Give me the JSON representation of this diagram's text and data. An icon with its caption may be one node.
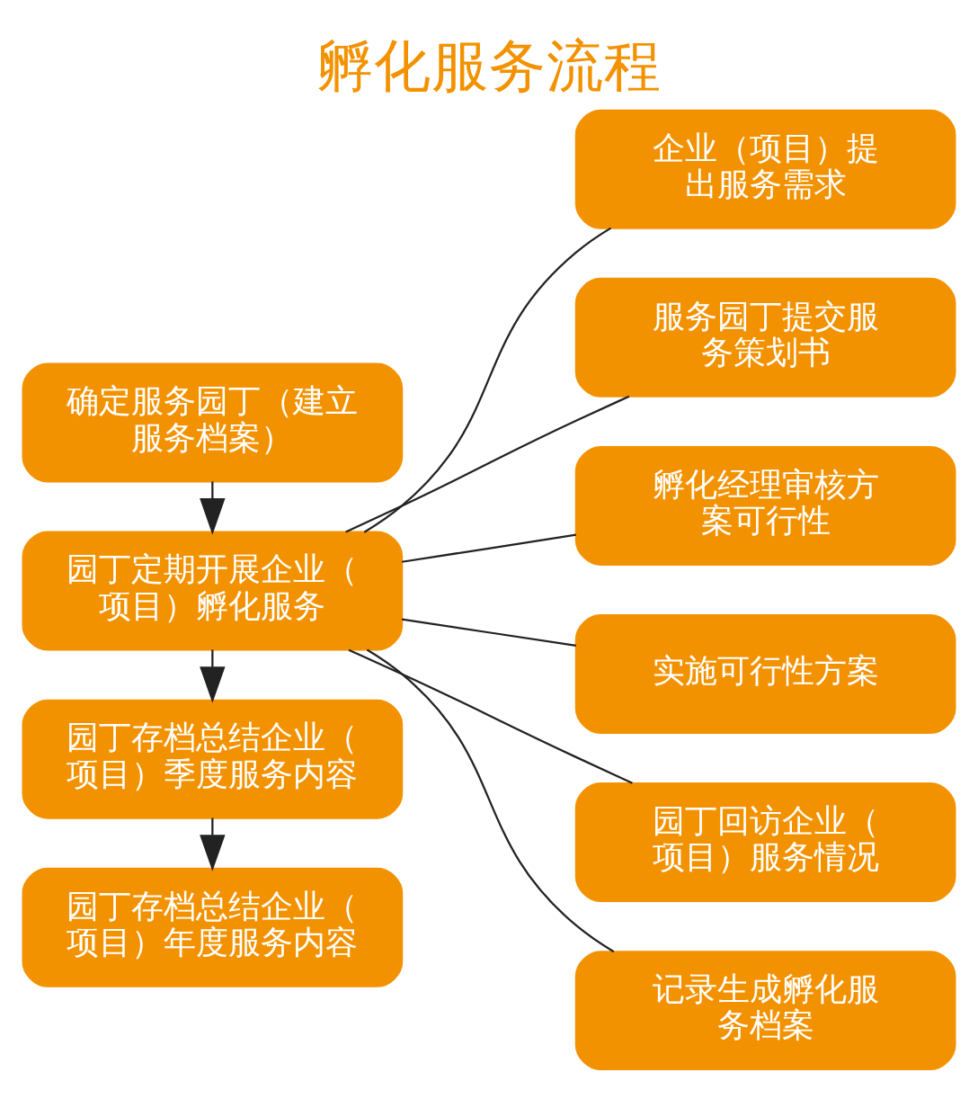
{
  "diagram": {
    "title": "孵化服务流程",
    "nodes": [
      {
        "text": [
          "确定服务园丁（建立服务档案）"
        ]
      },
      {
        "text": [
          "园丁定期开展企业（项目）孵化服务"
        ]
      },
      {
        "text": [
          "园丁存档总结企业（项目）季度服务内容"
        ]
      },
      {
        "text": [
          "园丁存档总结企业（项目）年度服务内容"
        ]
      },
      {
        "text": [
          "企业（项目）提出服务需求"
        ]
      },
      {
        "text": [
          "服务园丁提交服务策划书"
        ]
      },
      {
        "text": [
          "孵化经理审核方案可行性"
        ]
      },
      {
        "text": [
          "实施可行性方案"
        ]
      },
      {
        "text": [
          "园丁回访企业（项目）服务情况"
        ]
      },
      {
        "text": [
          "记录生成孵化服务档案"
        ]
      }
    ],
    "edges": [
      {
        "from": 0,
        "to": 1,
        "arrow": "to"
      },
      {
        "from": 1,
        "to": 2,
        "arrow": "to"
      },
      {
        "from": 2,
        "to": 3,
        "arrow": "to"
      },
      {
        "from": 1,
        "to": 4,
        "arrow": "none"
      },
      {
        "from": 1,
        "to": 5,
        "arrow": "none"
      },
      {
        "from": 1,
        "to": 6,
        "arrow": "none"
      },
      {
        "from": 1,
        "to": 7,
        "arrow": "none"
      },
      {
        "from": 1,
        "to": 8,
        "arrow": "none"
      },
      {
        "from": 1,
        "to": 9,
        "arrow": "none"
      }
    ]
  }
}
